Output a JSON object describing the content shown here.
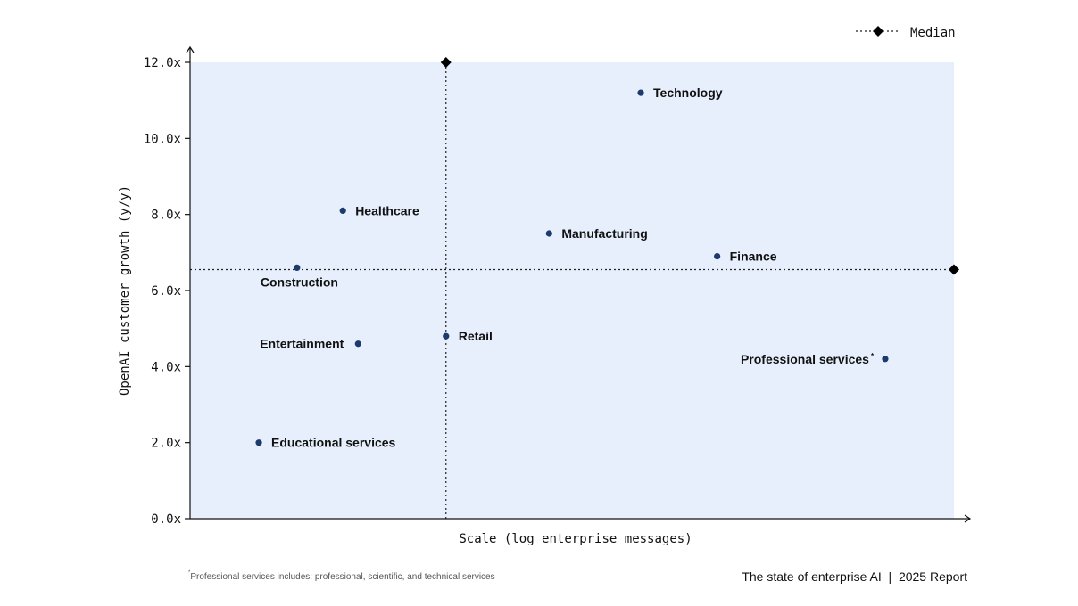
{
  "chart_data": {
    "type": "scatter",
    "title": "",
    "xlabel": "Scale (log enterprise messages)",
    "ylabel": "OpenAI customer growth (y/y)",
    "xscale": "log",
    "x_unit": "relative scale (no tick labels shown)",
    "ylim": [
      0,
      12
    ],
    "xlim": [
      0,
      100
    ],
    "yticks": [
      0,
      2,
      4,
      6,
      8,
      10,
      12
    ],
    "ytick_labels": [
      "0.0x",
      "2.0x",
      "4.0x",
      "6.0x",
      "8.0x",
      "10.0x",
      "12.0x"
    ],
    "grid": false,
    "legend": {
      "position": "top-right",
      "entries": [
        "Median"
      ]
    },
    "points": [
      {
        "label": "Technology",
        "x": 59,
        "y": 11.2,
        "label_side": "right"
      },
      {
        "label": "Healthcare",
        "x": 20,
        "y": 8.1,
        "label_side": "right"
      },
      {
        "label": "Manufacturing",
        "x": 47,
        "y": 7.5,
        "label_side": "right"
      },
      {
        "label": "Finance",
        "x": 69,
        "y": 6.9,
        "label_side": "right"
      },
      {
        "label": "Construction",
        "x": 14,
        "y": 6.6,
        "label_side": "below"
      },
      {
        "label": "Retail",
        "x": 33.5,
        "y": 4.8,
        "label_side": "right"
      },
      {
        "label": "Entertainment",
        "x": 22,
        "y": 4.6,
        "label_side": "left"
      },
      {
        "label": "Professional  services",
        "x": 91,
        "y": 4.2,
        "label_side": "left",
        "marker": "*"
      },
      {
        "label": "Educational services",
        "x": 9,
        "y": 2.0,
        "label_side": "right"
      }
    ],
    "median": {
      "x": 33.5,
      "y": 6.55
    },
    "colors": {
      "plot_background": "#e7effd",
      "point": "#1c3a6b",
      "median": "#000000"
    }
  },
  "footnote": {
    "marker": "*",
    "text": "Professional services includes: professional, scientific, and technical services"
  },
  "footer": {
    "report": "The state of enterprise AI  |  2025 Report"
  }
}
